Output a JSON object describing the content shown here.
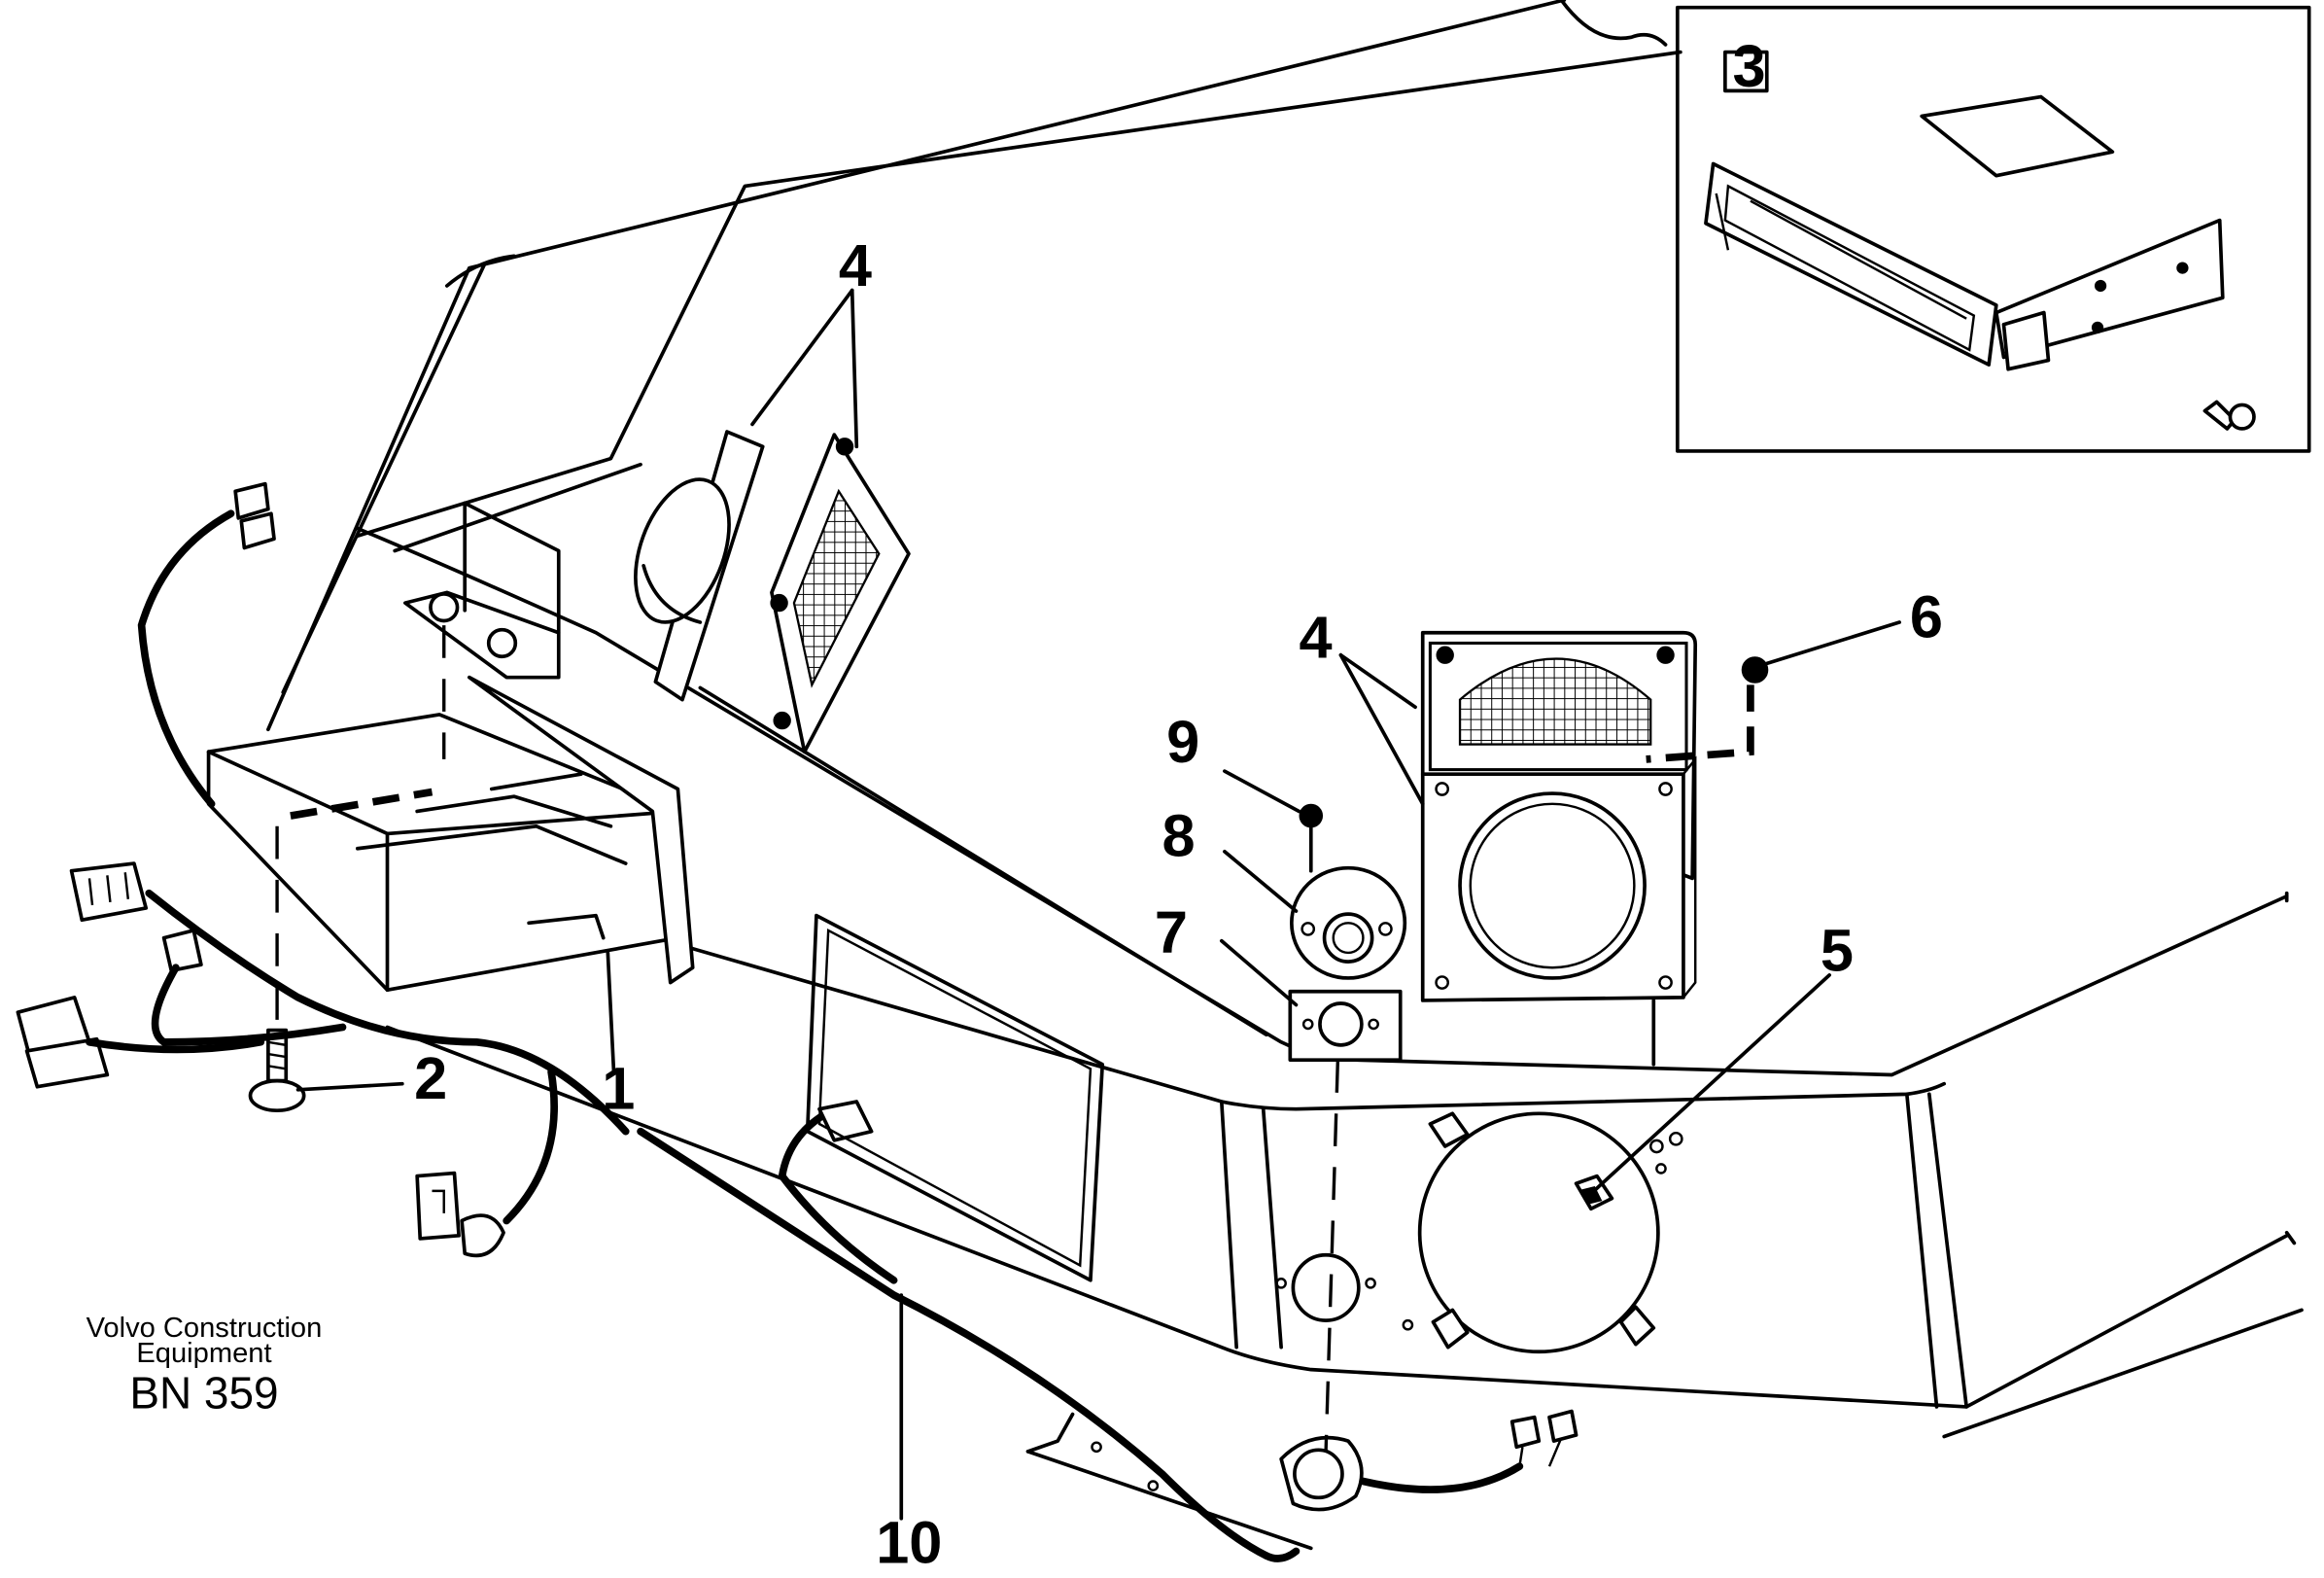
{
  "callouts": {
    "c1": "1",
    "c2": "2",
    "c3": "3",
    "c4a": "4",
    "c4b": "4",
    "c5": "5",
    "c6": "6",
    "c7": "7",
    "c8": "8",
    "c9": "9",
    "c10": "10"
  },
  "credit": {
    "line1": "Volvo Construction",
    "line2": "Equipment",
    "code": "BN 359"
  }
}
